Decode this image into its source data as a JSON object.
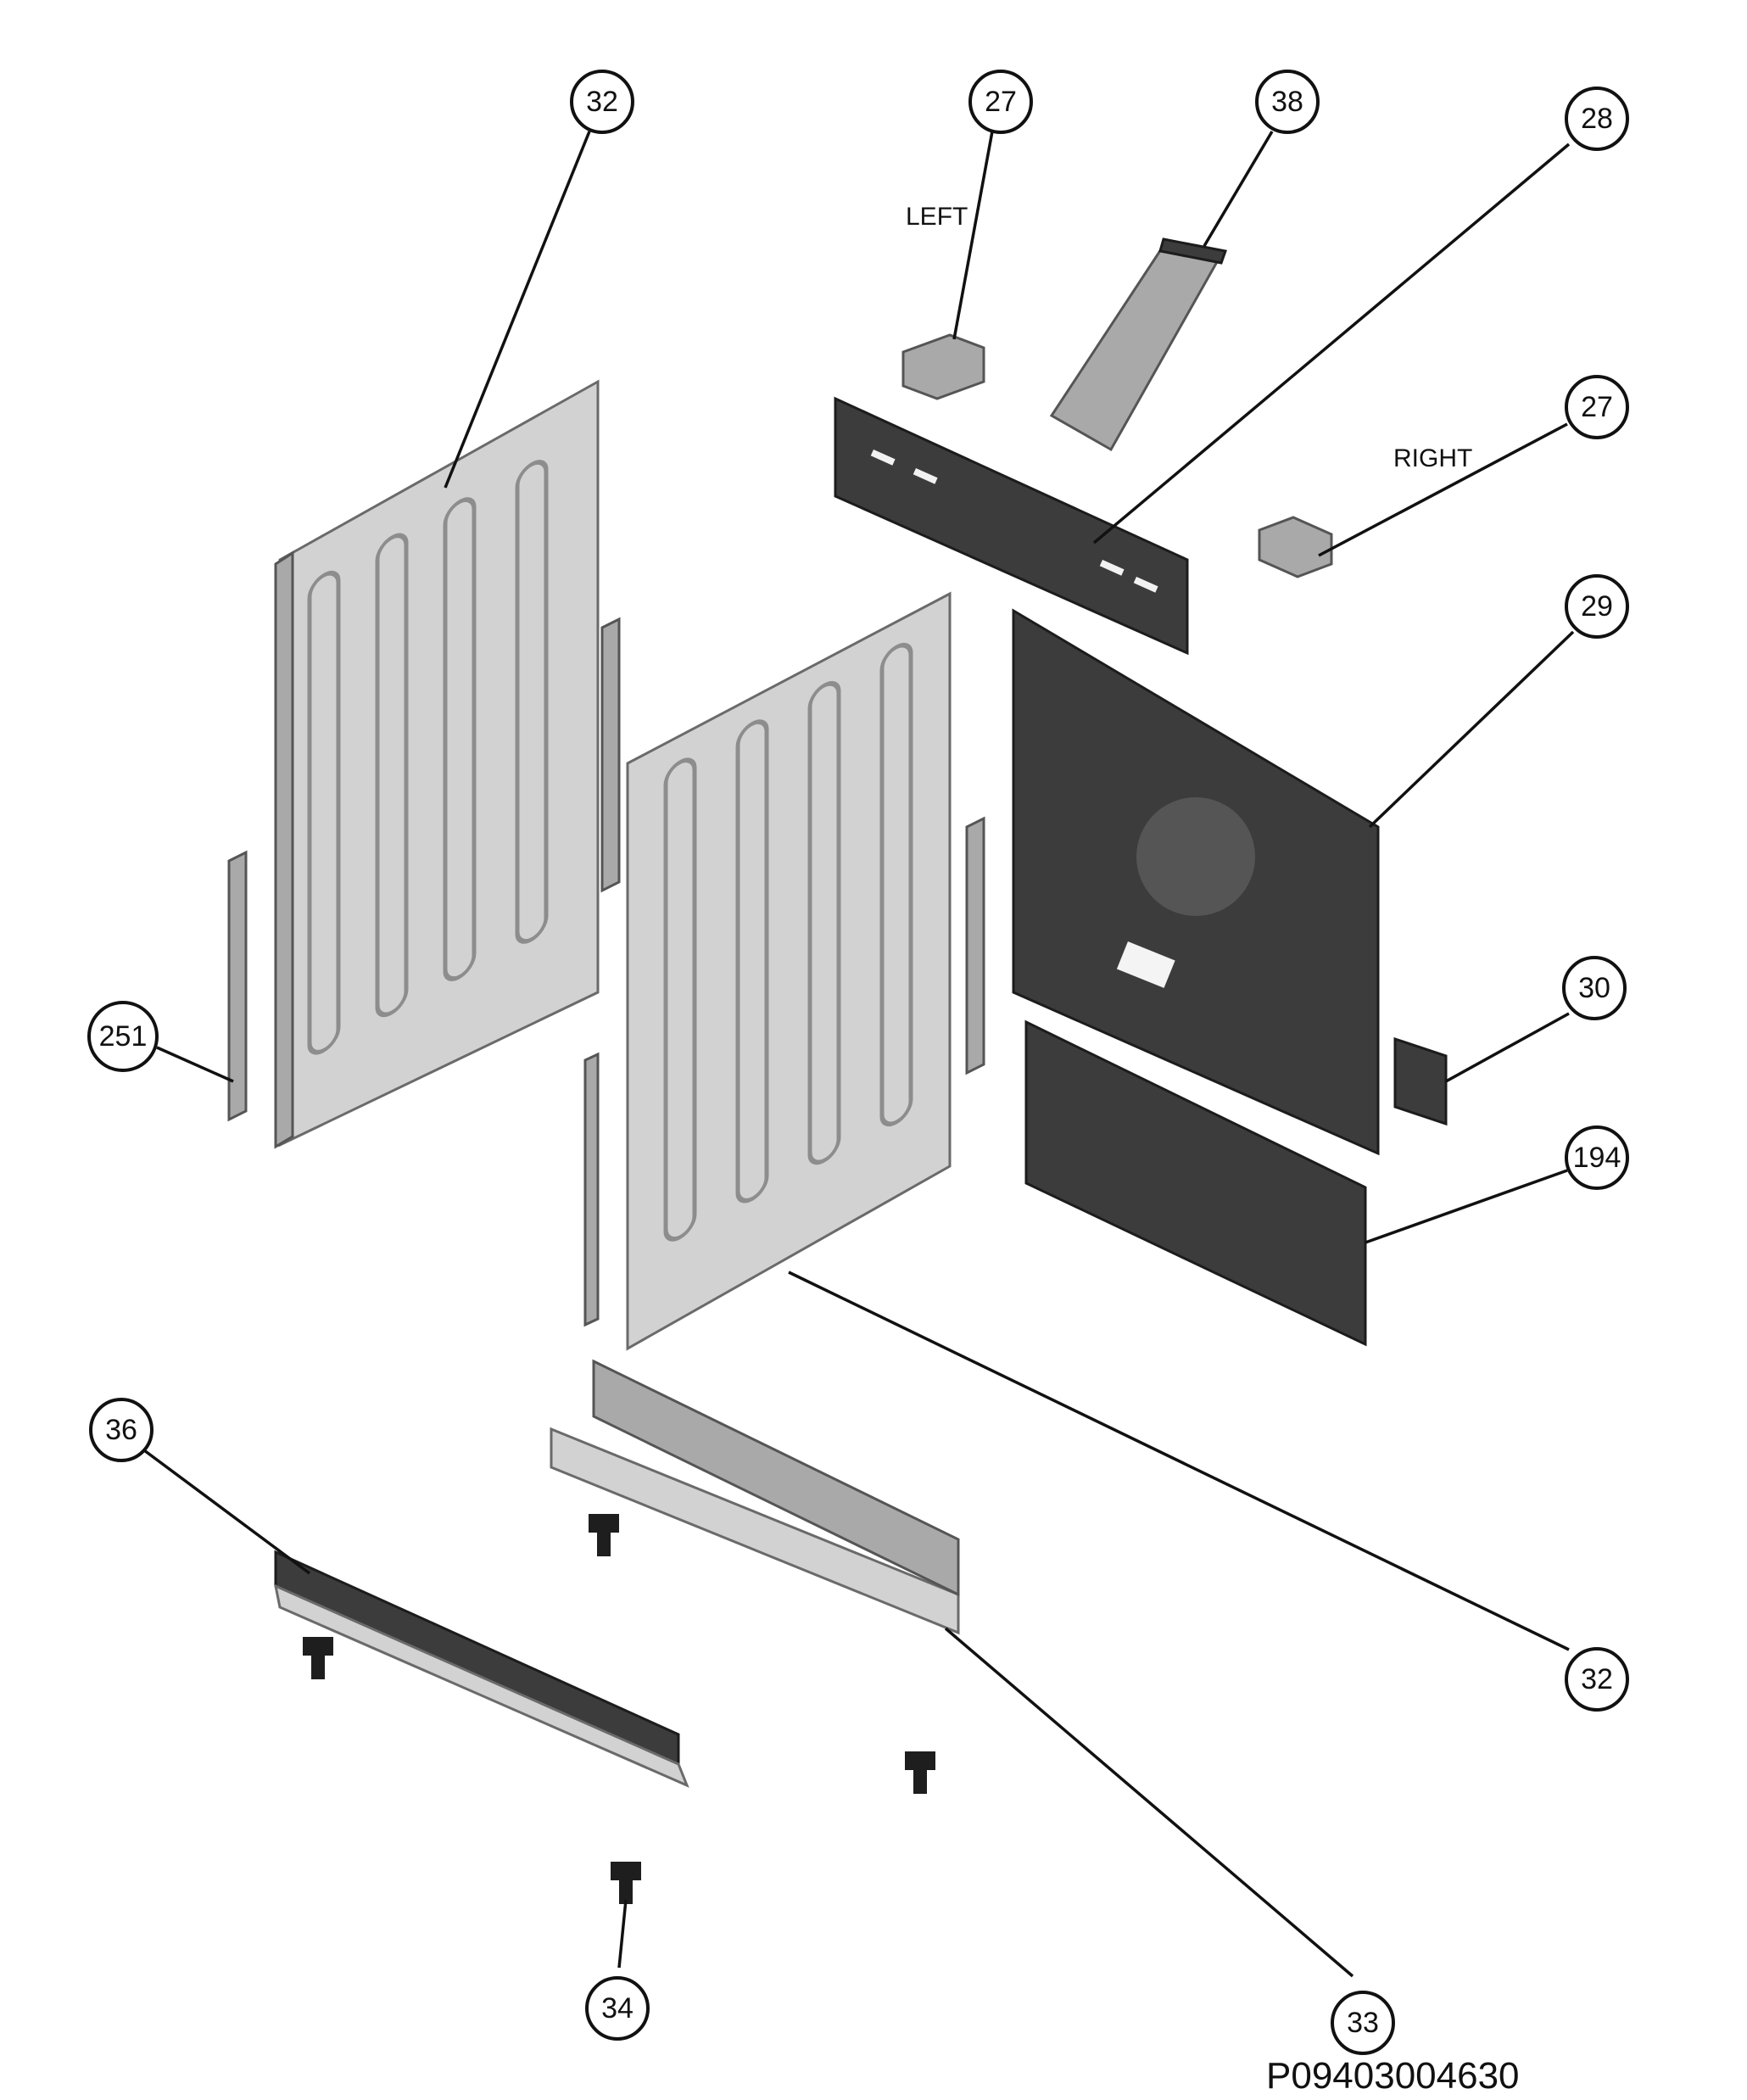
{
  "callouts": [
    {
      "id": "c32a",
      "label": "32"
    },
    {
      "id": "c27l",
      "label": "27"
    },
    {
      "id": "c38",
      "label": "38"
    },
    {
      "id": "c28",
      "label": "28"
    },
    {
      "id": "c27r",
      "label": "27"
    },
    {
      "id": "c29",
      "label": "29"
    },
    {
      "id": "c251",
      "label": "251"
    },
    {
      "id": "c30",
      "label": "30"
    },
    {
      "id": "c194",
      "label": "194"
    },
    {
      "id": "c36",
      "label": "36"
    },
    {
      "id": "c32b",
      "label": "32"
    },
    {
      "id": "c34",
      "label": "34"
    },
    {
      "id": "c33",
      "label": "33"
    }
  ],
  "notes": {
    "left": "LEFT",
    "right": "RIGHT"
  },
  "drawing_code": "P09403004630",
  "colors": {
    "line": "#111111",
    "panel_light": "#d2d2d2",
    "panel_dark": "#3c3c3c"
  }
}
